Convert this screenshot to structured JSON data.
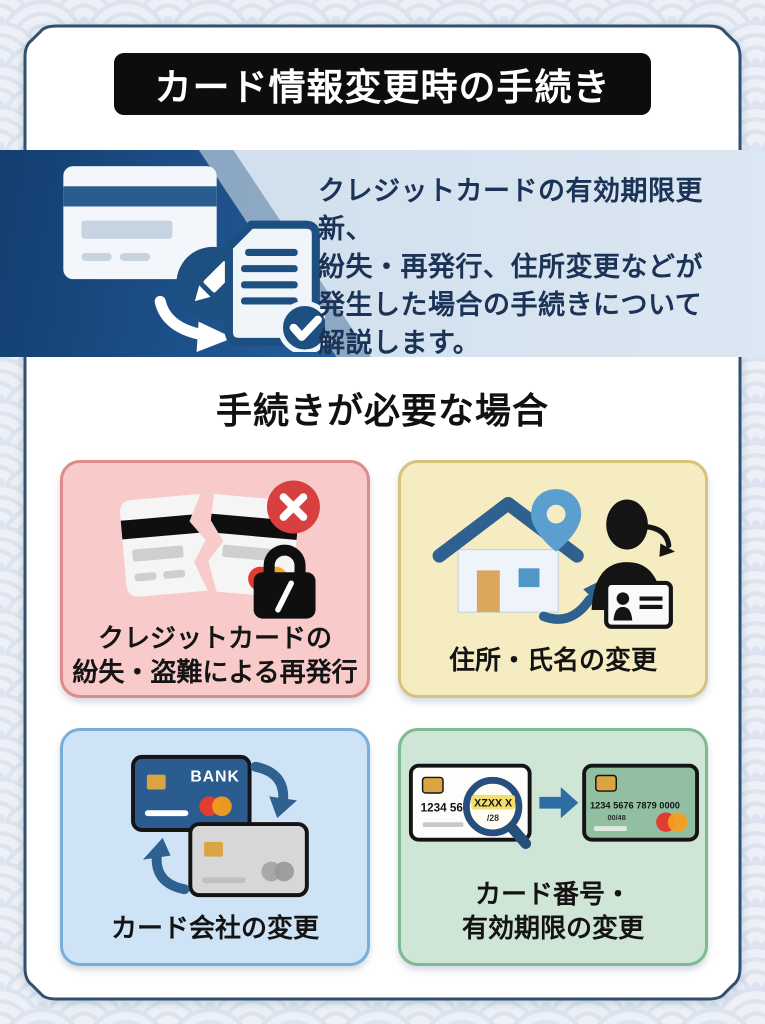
{
  "title_banner": {
    "text": "カード情報変更時の手続き"
  },
  "hero": {
    "description_lines": [
      "クレジットカードの有効期限更新、",
      "紛失・再発行、住所変更などが",
      "発生した場合の手続きについて",
      "解説します。"
    ]
  },
  "section": {
    "heading": "手続きが必要な場合"
  },
  "cards": [
    {
      "label_lines": [
        "クレジットカードの",
        "紛失・盗難による再発行"
      ]
    },
    {
      "label_lines": [
        "住所・氏名の変更"
      ]
    },
    {
      "label_lines": [
        "カード会社の変更"
      ]
    },
    {
      "label_lines": [
        "カード番号・",
        "有効期限の変更"
      ]
    }
  ],
  "card_art": {
    "bank_label": "BANK",
    "old_card_number": "1234 567",
    "magnifier_text": "XZXX X",
    "magnifier_expiry": "/28",
    "new_card_number": "1234 5676 7879 0000",
    "new_card_expiry": "00/48"
  },
  "colors": {
    "panel_border": "#31506e",
    "title_bg": "#0d0d0d",
    "banner_dark_blue": "#133e70",
    "banner_light_blue": "#d6e3f0",
    "text_navy": "#1b3356",
    "badge_red": "#d84040",
    "mastercard_red": "#e03c31",
    "mastercard_orange": "#f79e1b",
    "chip_gold": "#d9a441",
    "card_pink_bg": "#f8caca",
    "card_pink_border": "#dd8b8b",
    "card_yellow_bg": "#f6ecc2",
    "card_yellow_border": "#d6c47c",
    "card_blue_bg": "#cfe3f6",
    "card_blue_border": "#79aed9",
    "card_green_bg": "#cfe5d6",
    "card_green_border": "#7cba8f"
  }
}
